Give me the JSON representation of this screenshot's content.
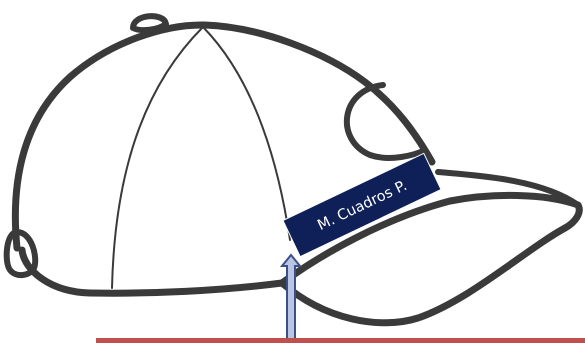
{
  "label": {
    "text": "M. Cuadros P."
  },
  "colors": {
    "background": "#ffffff",
    "cap_outline": "#3a3a3a",
    "label_fill": "#0f2058",
    "arrow_fill": "#b9c6e3",
    "arrow_stroke": "#3b4f8a",
    "bottom_band": "#c0504d"
  },
  "icons": {
    "cap": "baseball-cap-outline",
    "arrow": "arrow-up"
  }
}
